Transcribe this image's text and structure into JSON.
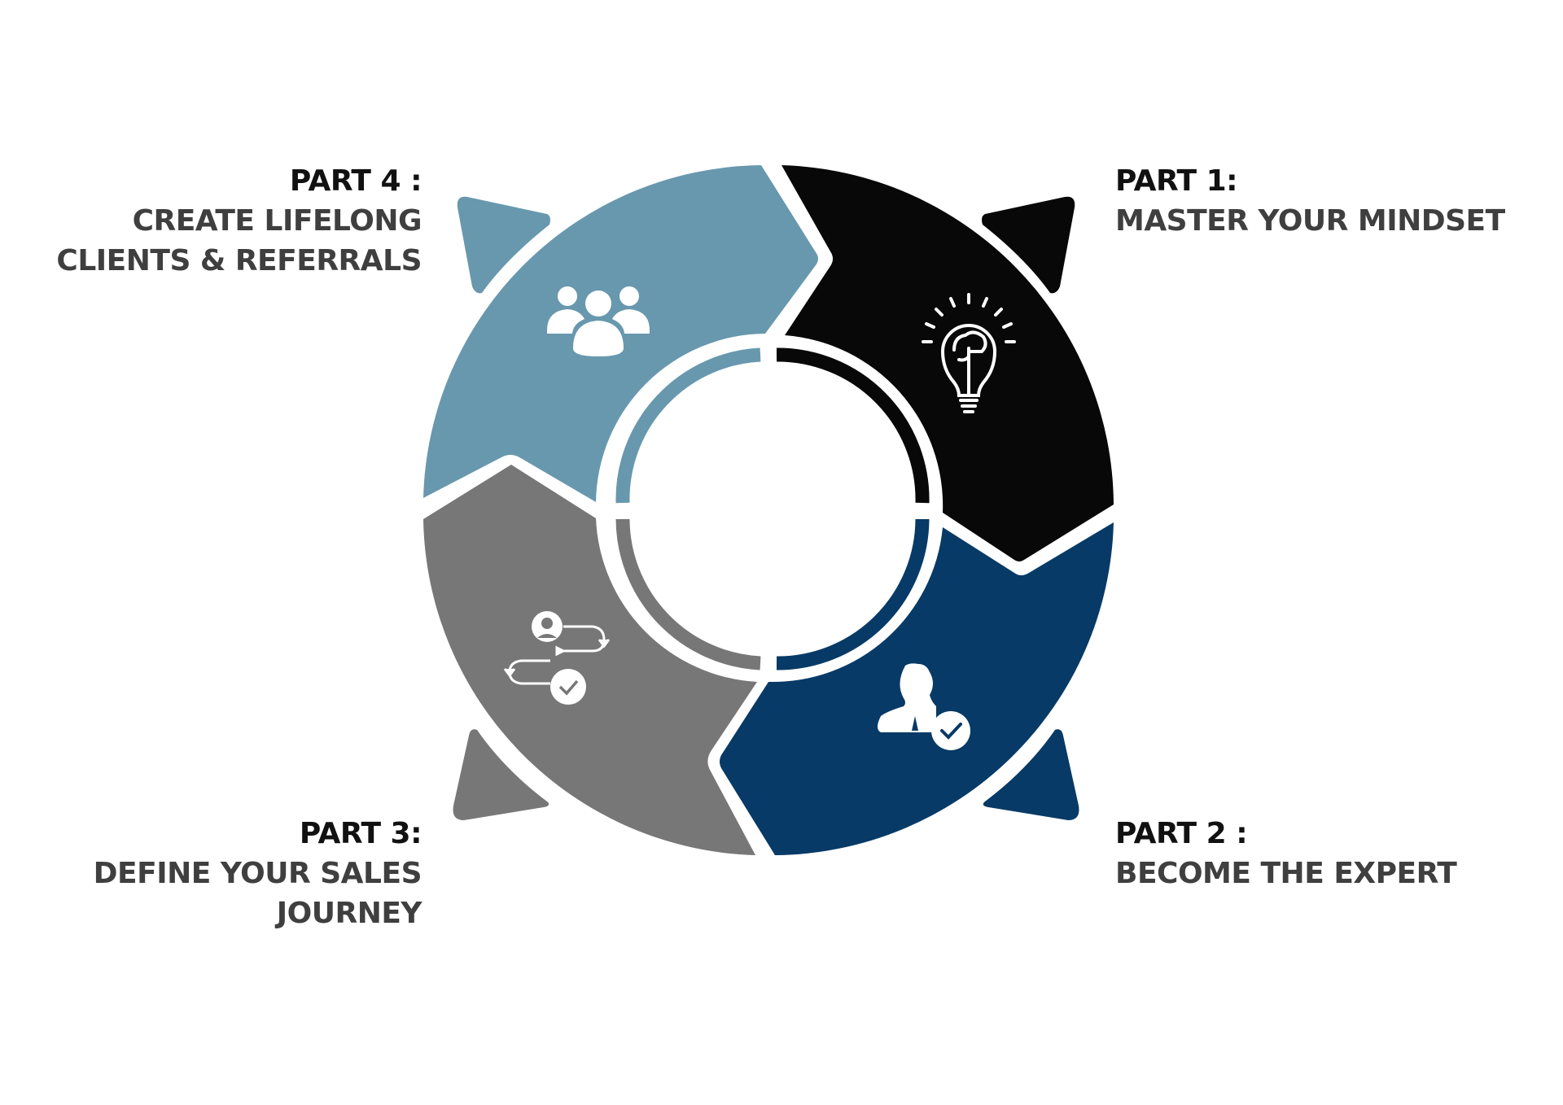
{
  "colors": {
    "part1": "#080808",
    "part2": "#073a66",
    "part3": "#777777",
    "part4": "#6898ae",
    "text_head": "#111111",
    "text_body": "#3f3f3f"
  },
  "parts": {
    "part1": {
      "heading": "PART 1:",
      "lines": [
        "MASTER YOUR MINDSET"
      ],
      "icon": "lightbulb-brain-icon"
    },
    "part2": {
      "heading": "PART 2 :",
      "lines": [
        "BECOME THE EXPERT"
      ],
      "icon": "expert-check-icon"
    },
    "part3": {
      "heading": "PART 3:",
      "lines": [
        "DEFINE YOUR SALES",
        "JOURNEY"
      ],
      "icon": "sales-journey-icon"
    },
    "part4": {
      "heading": "PART 4 :",
      "lines": [
        "CREATE LIFELONG",
        "CLIENTS & REFERRALS"
      ],
      "icon": "people-group-icon"
    }
  }
}
